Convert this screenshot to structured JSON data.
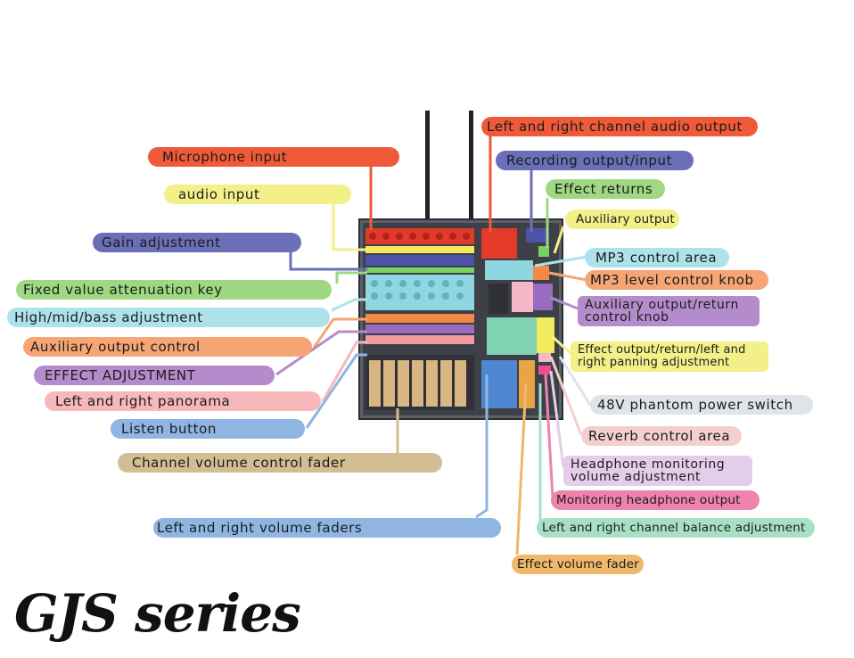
{
  "title": "GJS series",
  "colors": {
    "red": "#ef5a39",
    "navy": "#6b6fb8",
    "yellow": "#f3f08a",
    "green": "#9fd883",
    "cyan": "#aee2ea",
    "orange": "#f5a674",
    "purple": "#b58ccb",
    "pink": "#f6b8b8",
    "blue": "#8fb5e3",
    "tan": "#d3bd93",
    "grey": "#dfe3ea",
    "lightpink": "#f4cfd0",
    "lavender": "#e4cde9",
    "magenta": "#ee84ad",
    "mint": "#a8e0c6",
    "gold": "#efb86a"
  },
  "left_labels": [
    {
      "id": "mic",
      "text": "Microphone input",
      "color": "#ef5a39"
    },
    {
      "id": "audio",
      "text": "audio input",
      "color": "#f3f08a"
    },
    {
      "id": "gain",
      "text": "Gain adjustment",
      "color": "#6b6fb8"
    },
    {
      "id": "fixed",
      "text": "Fixed value attenuation key",
      "color": "#9fd883"
    },
    {
      "id": "eq",
      "text": "High/mid/bass adjustment",
      "color": "#aee2ea"
    },
    {
      "id": "aux",
      "text": "Auxiliary output control",
      "color": "#f5a674"
    },
    {
      "id": "effect",
      "text": "EFFECT ADJUSTMENT",
      "color": "#b58ccb"
    },
    {
      "id": "pan",
      "text": "Left and right panorama",
      "color": "#f6b8b8"
    },
    {
      "id": "listen",
      "text": "Listen button",
      "color": "#8fb5e3"
    },
    {
      "id": "fader",
      "text": "Channel volume control fader",
      "color": "#d3bd93"
    },
    {
      "id": "lrfader",
      "text": "Left and right volume faders",
      "color": "#8fb5e3"
    }
  ],
  "right_labels": [
    {
      "id": "lrout",
      "text": "Left and right channel audio output",
      "color": "#ef5a39"
    },
    {
      "id": "rec",
      "text": "Recording output/input",
      "color": "#6b6fb8"
    },
    {
      "id": "efret",
      "text": "Effect returns",
      "color": "#9fd883"
    },
    {
      "id": "auxout",
      "text": "Auxiliary output",
      "color": "#f3f08a"
    },
    {
      "id": "mp3",
      "text": "MP3 control area",
      "color": "#aee2ea"
    },
    {
      "id": "mp3knob",
      "text": "MP3 level control knob",
      "color": "#f5a674"
    },
    {
      "id": "auxknob",
      "text": "Auxiliary output/return control knob",
      "color": "#b58ccb"
    },
    {
      "id": "efpan",
      "text": "Effect output/return/left and right panning adjustment",
      "color": "#f3f08a"
    },
    {
      "id": "phantom",
      "text": "48V phantom power switch",
      "color": "#dfe3ea"
    },
    {
      "id": "reverb",
      "text": "Reverb control area",
      "color": "#f4cfd0"
    },
    {
      "id": "hpvol",
      "text": "Headphone monitoring volume adjustment",
      "color": "#e4cde9"
    },
    {
      "id": "hpout",
      "text": "Monitoring headphone output",
      "color": "#ee84ad"
    },
    {
      "id": "balance",
      "text": "Left and right channel balance adjustment",
      "color": "#a8e0c6"
    },
    {
      "id": "efvol",
      "text": "Effect volume fader",
      "color": "#efb86a"
    }
  ]
}
